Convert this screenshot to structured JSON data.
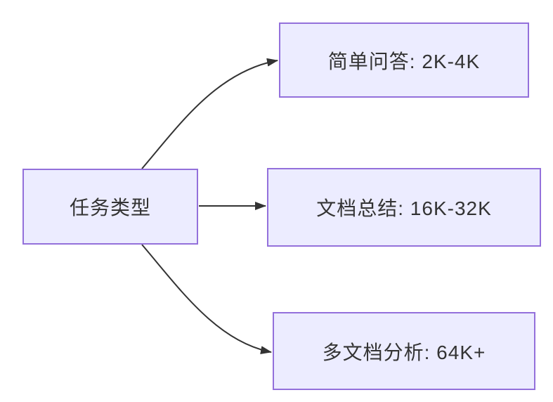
{
  "diagram": {
    "type": "flowchart",
    "direction": "left-to-right",
    "background": "#FFFFFF",
    "colors": {
      "node_fill": "#ECECFF",
      "node_border": "#9370DB",
      "edge": "#333333",
      "text": "#333333"
    },
    "nodes": [
      {
        "id": "root",
        "label": "任务类型"
      },
      {
        "id": "qa",
        "label": "简单问答: 2K-4K"
      },
      {
        "id": "doc",
        "label": "文档总结: 16K-32K"
      },
      {
        "id": "multidoc",
        "label": "多文档分析: 64K+"
      }
    ],
    "edges": [
      {
        "from": "root",
        "to": "qa"
      },
      {
        "from": "root",
        "to": "doc"
      },
      {
        "from": "root",
        "to": "multidoc"
      }
    ]
  }
}
